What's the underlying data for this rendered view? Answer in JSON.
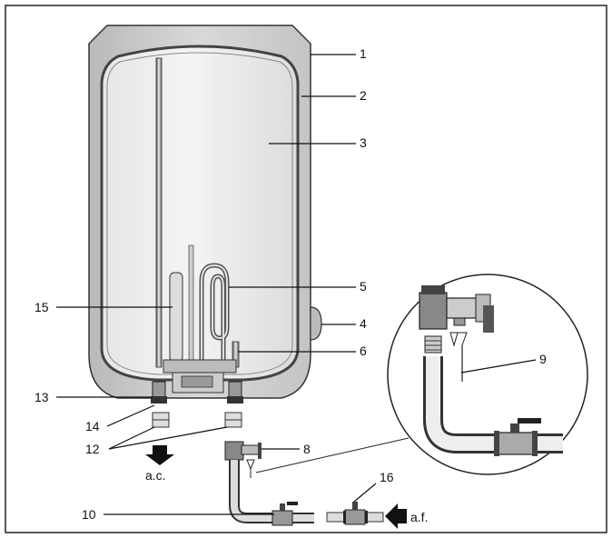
{
  "labels": {
    "l1": "1",
    "l2": "2",
    "l3": "3",
    "l4": "4",
    "l5": "5",
    "l6": "6",
    "l8": "8",
    "l9": "9",
    "l10": "10",
    "l12": "12",
    "l13": "13",
    "l14": "14",
    "l15": "15",
    "l16": "16"
  },
  "flow": {
    "hot_out": "a.c.",
    "cold_in": "a.f."
  }
}
